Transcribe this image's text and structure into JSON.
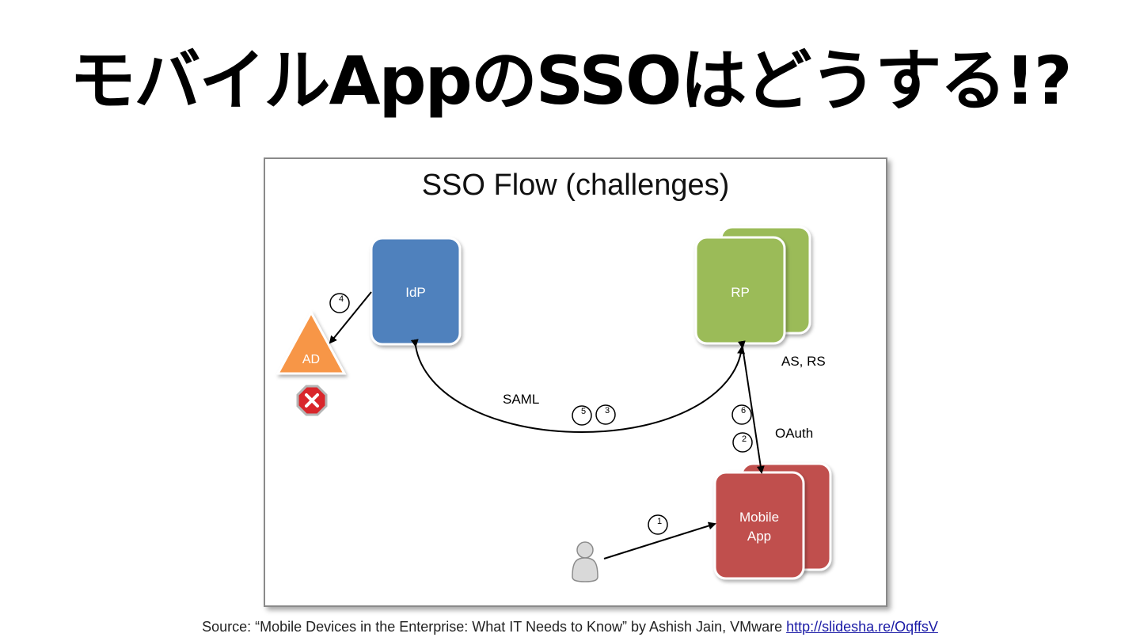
{
  "slide": {
    "title": "モバイルAppのSSOはどうする!?"
  },
  "diagram": {
    "title": "SSO Flow (challenges)",
    "nodes": {
      "idp": "IdP",
      "rp": "RP",
      "ad": "AD",
      "mobile_app_line1": "Mobile",
      "mobile_app_line2": "App"
    },
    "labels": {
      "saml": "SAML",
      "as_rs": "AS, RS",
      "oauth": "OAuth"
    },
    "steps": [
      "1",
      "2",
      "3",
      "4",
      "5",
      "6"
    ],
    "colors": {
      "idp": "#4f81bd",
      "rp": "#9bbb59",
      "ad": "#f79646",
      "mobile_app": "#c0504d",
      "error": "#d9262b"
    },
    "icons": {
      "user": "user-icon",
      "error": "error-stop-icon"
    }
  },
  "source": {
    "text": "Source: “Mobile Devices in the Enterprise: What IT Needs to Know” by Ashish Jain, VMware",
    "link": "http://slidesha.re/OqffsV"
  }
}
